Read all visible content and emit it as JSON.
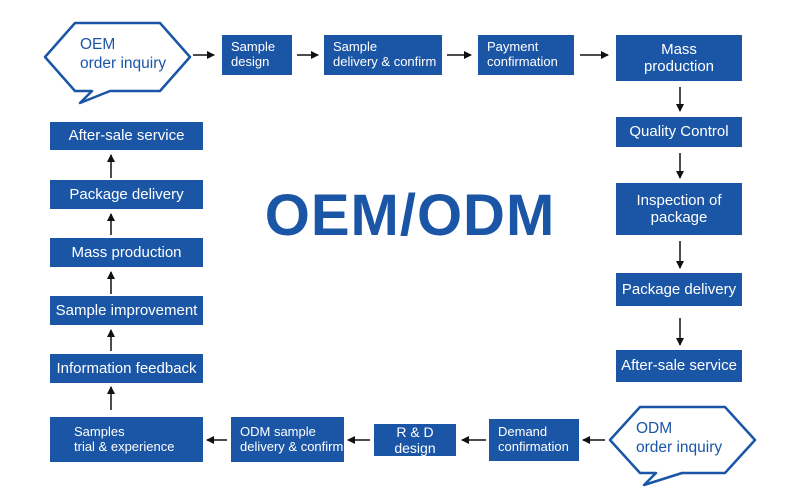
{
  "title": "OEM/ODM",
  "oem_inquiry": {
    "line1": "OEM",
    "line2": "order inquiry"
  },
  "odm_inquiry": {
    "line1": "ODM",
    "line2": "order inquiry"
  },
  "oem_flow": {
    "sample_design": {
      "line1": "Sample",
      "line2": "design"
    },
    "sample_delivery": {
      "line1": "Sample",
      "line2": "delivery & confirm"
    },
    "payment": {
      "line1": "Payment",
      "line2": "confirmation"
    },
    "mass_production": {
      "line1": "Mass",
      "line2": "production"
    },
    "quality_control": "Quality Control",
    "inspection": {
      "line1": "Inspection of",
      "line2": "package"
    },
    "package_delivery": "Package delivery",
    "after_sale": "After-sale service"
  },
  "odm_flow": {
    "demand": {
      "line1": "Demand",
      "line2": "confirmation"
    },
    "rd_design": "R & D design",
    "odm_sample": {
      "line1": "ODM sample",
      "line2": "delivery & confirm"
    },
    "samples_trial": {
      "line1": "Samples",
      "line2": "trial & experience"
    },
    "information_feedback": "Information feedback",
    "sample_improvement": "Sample improvement",
    "mass_production": "Mass production",
    "package_delivery": "Package delivery",
    "after_sale": "After-sale service"
  },
  "colors": {
    "primary": "#1b56a6",
    "arrow": "#111111",
    "background": "#ffffff"
  }
}
